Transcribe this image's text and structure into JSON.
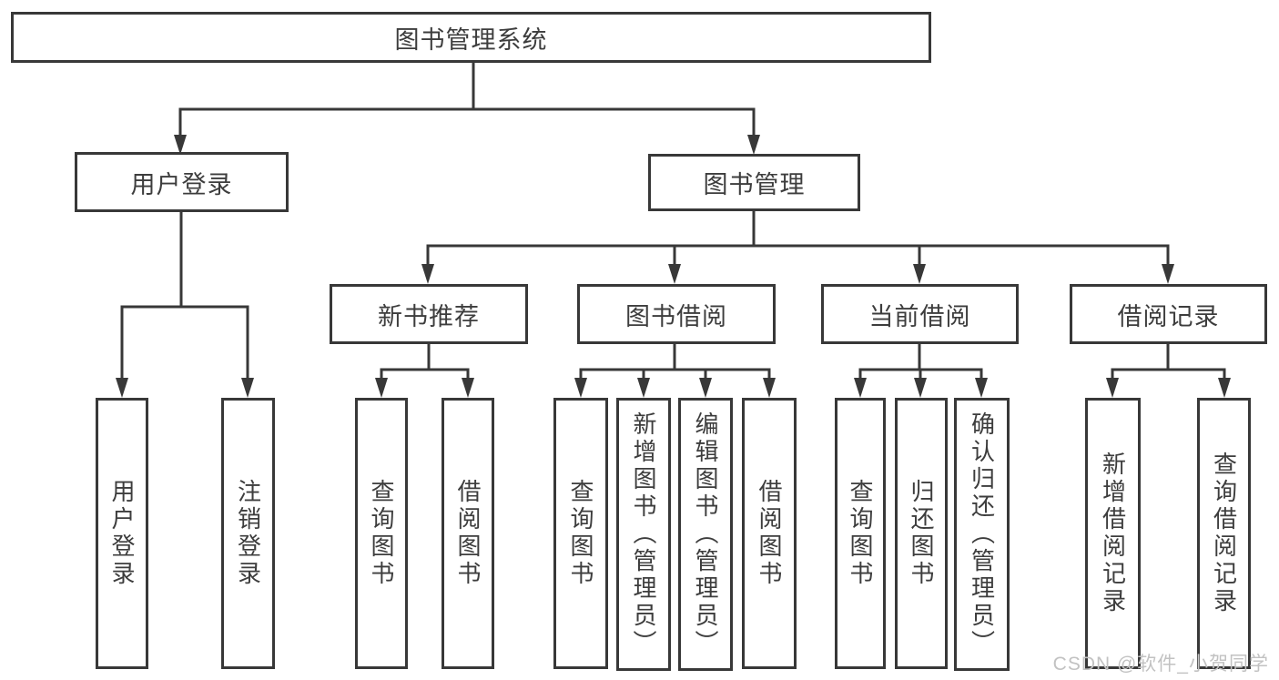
{
  "tree": {
    "label": "图书管理系统",
    "children": [
      {
        "label": "用户登录",
        "children": [
          {
            "label": "用户登录"
          },
          {
            "label": "注销登录"
          }
        ]
      },
      {
        "label": "图书管理",
        "children": [
          {
            "label": "新书推荐",
            "children": [
              {
                "label": "查询图书"
              },
              {
                "label": "借阅图书"
              }
            ]
          },
          {
            "label": "图书借阅",
            "children": [
              {
                "label": "查询图书"
              },
              {
                "label": "新增图书（管理员）"
              },
              {
                "label": "编辑图书（管理员）"
              },
              {
                "label": "借阅图书"
              }
            ]
          },
          {
            "label": "当前借阅",
            "children": [
              {
                "label": "查询图书"
              },
              {
                "label": "归还图书"
              },
              {
                "label": "确认归还（管理员）"
              }
            ]
          },
          {
            "label": "借阅记录",
            "children": [
              {
                "label": "新增借阅记录"
              },
              {
                "label": "查询借阅记录"
              }
            ]
          }
        ]
      }
    ]
  },
  "watermark": {
    "text": "CSDN @软件_小贺同学"
  },
  "colors": {
    "line": "#383838",
    "box_border": "#383838",
    "text": "#3d3d3d",
    "watermark": "#c2c2c2",
    "background": "#ffffff"
  }
}
